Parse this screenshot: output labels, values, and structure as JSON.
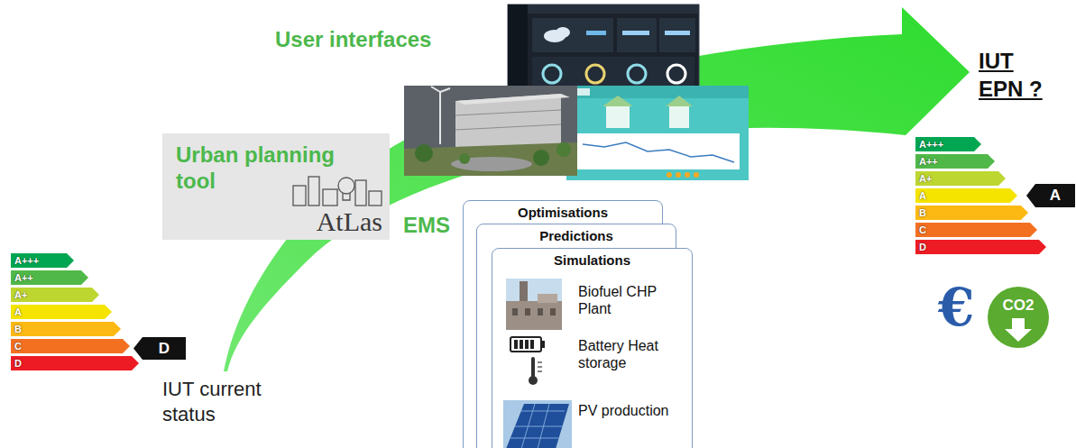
{
  "diagram": {
    "nodes": [
      {
        "text": [
          "Urban planning tool",
          "AtLas"
        ]
      },
      {
        "text": [
          "Optimisations"
        ]
      },
      {
        "text": [
          "Predictions"
        ]
      },
      {
        "text": [
          "Simulations",
          "Biofuel CHP Plant",
          "Battery Heat storage",
          "PV production"
        ]
      },
      {
        "text": [
          "A+++"
        ]
      },
      {
        "text": [
          "A++"
        ]
      },
      {
        "text": [
          "A+"
        ]
      },
      {
        "text": [
          "A"
        ]
      },
      {
        "text": [
          "B"
        ]
      },
      {
        "text": [
          "C"
        ]
      },
      {
        "text": [
          "D"
        ]
      },
      {
        "text": [
          "D"
        ]
      },
      {
        "text": [
          "A+++"
        ]
      },
      {
        "text": [
          "A++"
        ]
      },
      {
        "text": [
          "A+"
        ]
      },
      {
        "text": [
          "A"
        ]
      },
      {
        "text": [
          "B"
        ]
      },
      {
        "text": [
          "C"
        ]
      },
      {
        "text": [
          "D"
        ]
      },
      {
        "text": [
          "A"
        ]
      },
      {
        "text": [
          "CO2"
        ]
      }
    ],
    "labels": [
      "User interfaces",
      "EMS",
      "IUT current status",
      "IUT EPN ?",
      "€"
    ]
  }
}
